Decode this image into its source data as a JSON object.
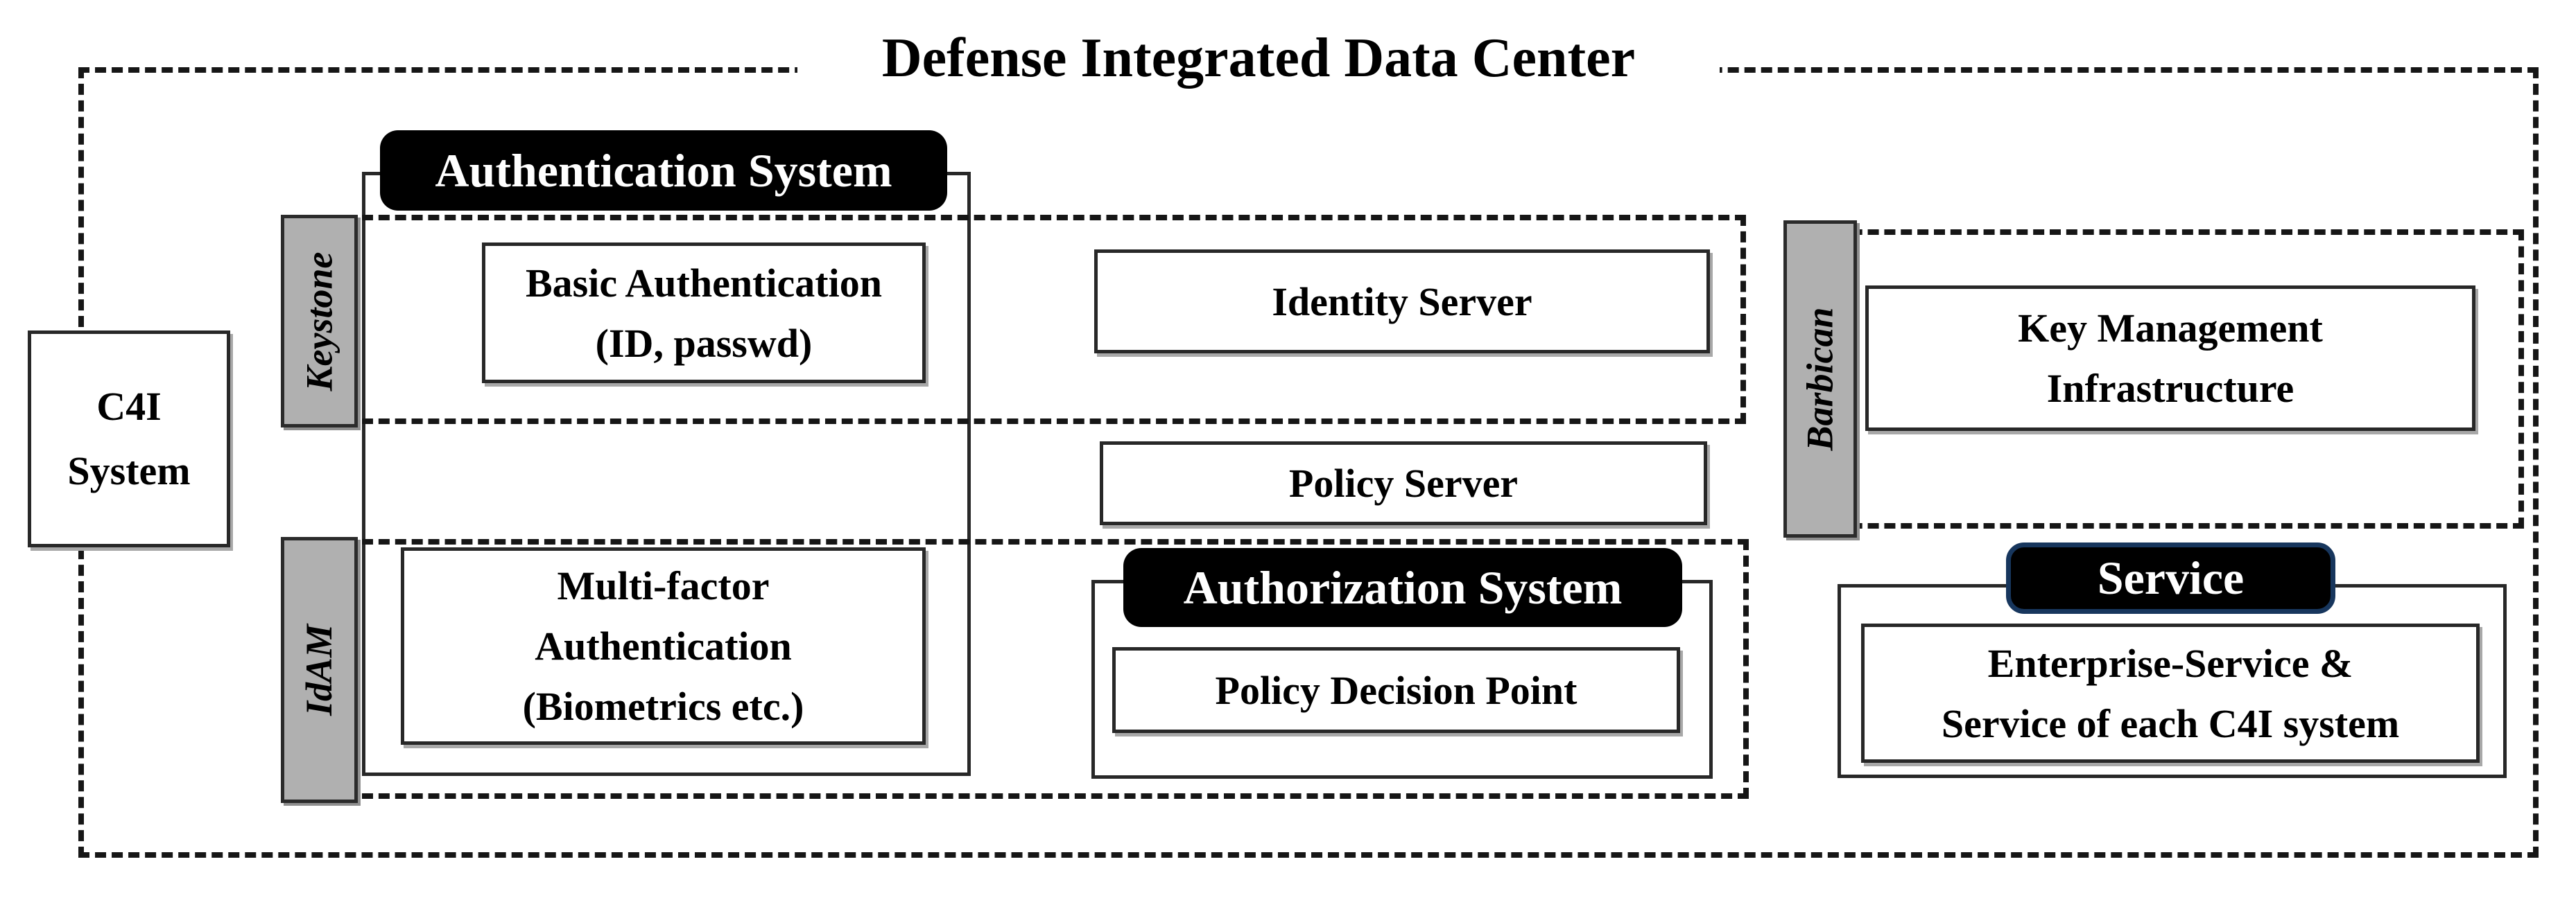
{
  "title": "Defense Integrated Data Center",
  "c4i_system": {
    "lines": [
      "C4I",
      "System"
    ]
  },
  "auth_section": {
    "header": "Authentication System",
    "keystone_label": "Keystone",
    "idam_label": "IdAM",
    "basic_auth": {
      "lines": [
        "Basic Authentication",
        "(ID, passwd)"
      ]
    },
    "multi_factor": {
      "lines": [
        "Multi-factor",
        "Authentication",
        "(Biometrics etc.)"
      ]
    }
  },
  "servers": {
    "identity": "Identity Server",
    "policy": "Policy Server"
  },
  "authorization_section": {
    "header": "Authorization System",
    "policy_decision_point": "Policy Decision Point"
  },
  "key_management_section": {
    "barbican_label": "Barbican",
    "kmi": {
      "lines": [
        "Key Management",
        "Infrastructure"
      ]
    }
  },
  "service_section": {
    "header": "Service",
    "enterprise": {
      "lines": [
        "Enterprise-Service &",
        "Service of each C4I system"
      ]
    }
  },
  "colors": {
    "label_gray": "#b0b0b0",
    "header_black": "#000000",
    "service_border_blue": "#17365d",
    "line_dark": "#161616"
  }
}
